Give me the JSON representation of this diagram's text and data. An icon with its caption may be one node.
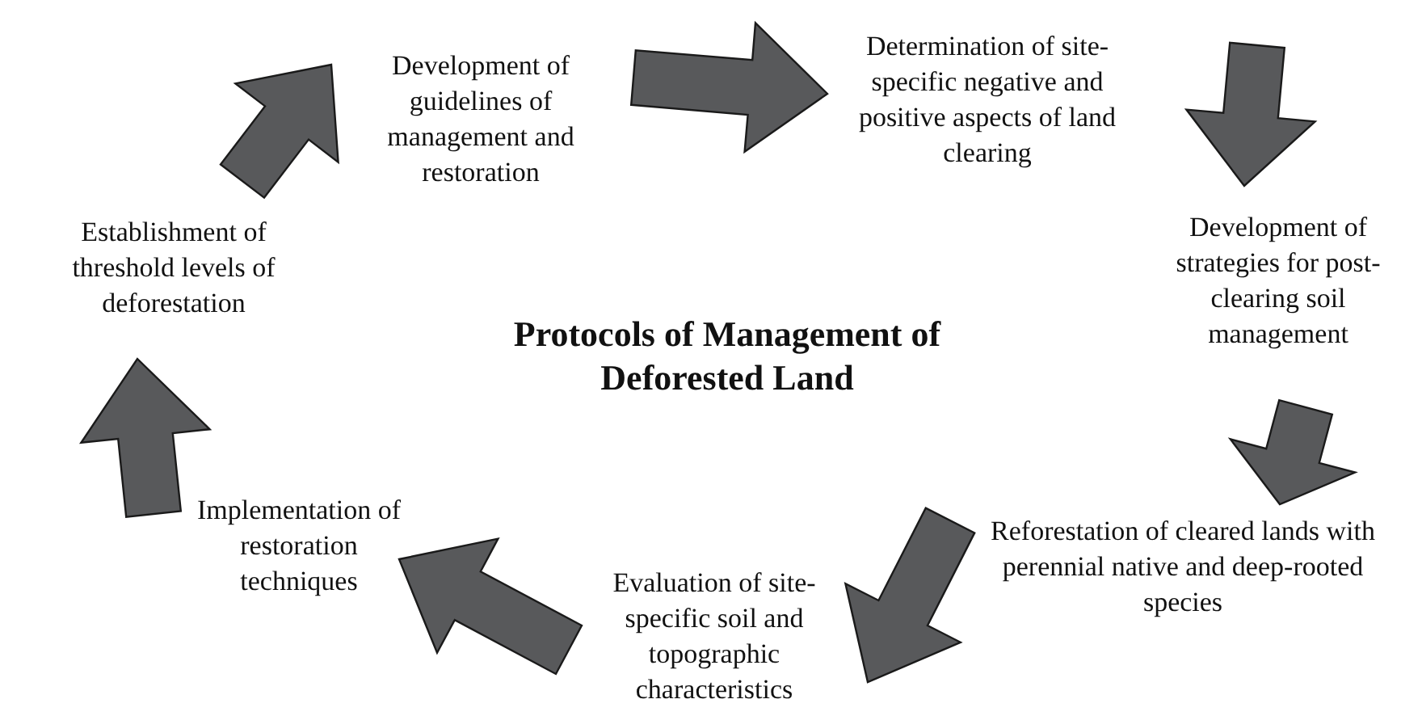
{
  "diagram": {
    "title": "Protocols of Management of Deforested Land",
    "nodes": [
      {
        "text": [
          "Development of guidelines of management and restoration"
        ]
      },
      {
        "text": [
          "Determination of site-specific negative and positive aspects of land clearing"
        ]
      },
      {
        "text": [
          "Development of strategies for post-clearing soil management"
        ]
      },
      {
        "text": [
          "Reforestation of cleared lands with perennial native and deep-rooted species"
        ]
      },
      {
        "text": [
          "Evaluation of site-specific soil and topographic characteristics"
        ]
      },
      {
        "text": [
          "Implementation of restoration techniques"
        ]
      },
      {
        "text": [
          "Establishment of threshold levels of deforestation"
        ]
      }
    ],
    "edges": [
      {
        "from": 0,
        "to": 1,
        "arrow": "to"
      },
      {
        "from": 1,
        "to": 2,
        "arrow": "to"
      },
      {
        "from": 2,
        "to": 3,
        "arrow": "to"
      },
      {
        "from": 3,
        "to": 4,
        "arrow": "to"
      },
      {
        "from": 4,
        "to": 5,
        "arrow": "to"
      },
      {
        "from": 5,
        "to": 6,
        "arrow": "to"
      },
      {
        "from": 6,
        "to": 0,
        "arrow": "to"
      }
    ]
  }
}
